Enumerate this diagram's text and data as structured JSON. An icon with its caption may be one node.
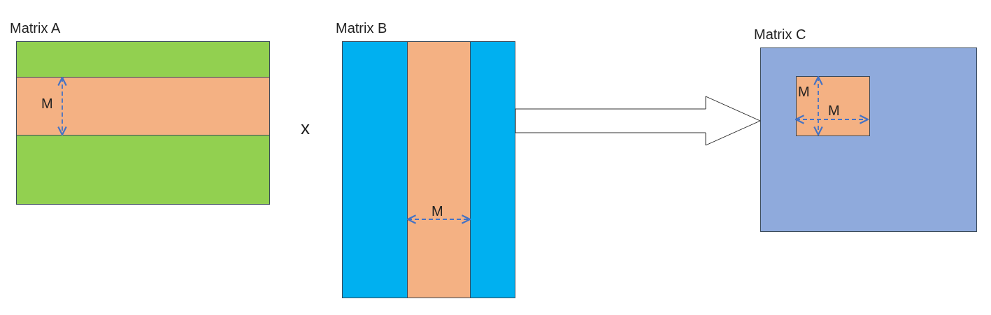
{
  "diagram": {
    "nodes": [
      {
        "text": [
          "Matrix A"
        ]
      },
      {
        "text": [],
        "shape": "bar",
        "in": 0
      },
      {
        "text": [
          "Matrix B"
        ]
      },
      {
        "text": [],
        "shape": "bar",
        "in": 2
      },
      {
        "text": [
          "Matrix C"
        ]
      },
      {
        "text": [],
        "shape": "box",
        "in": 4
      }
    ],
    "edges": [
      {
        "from": 2,
        "to": 4,
        "arrow": "to"
      }
    ],
    "labels": [
      "M",
      "x",
      "M",
      "M",
      "M"
    ]
  }
}
